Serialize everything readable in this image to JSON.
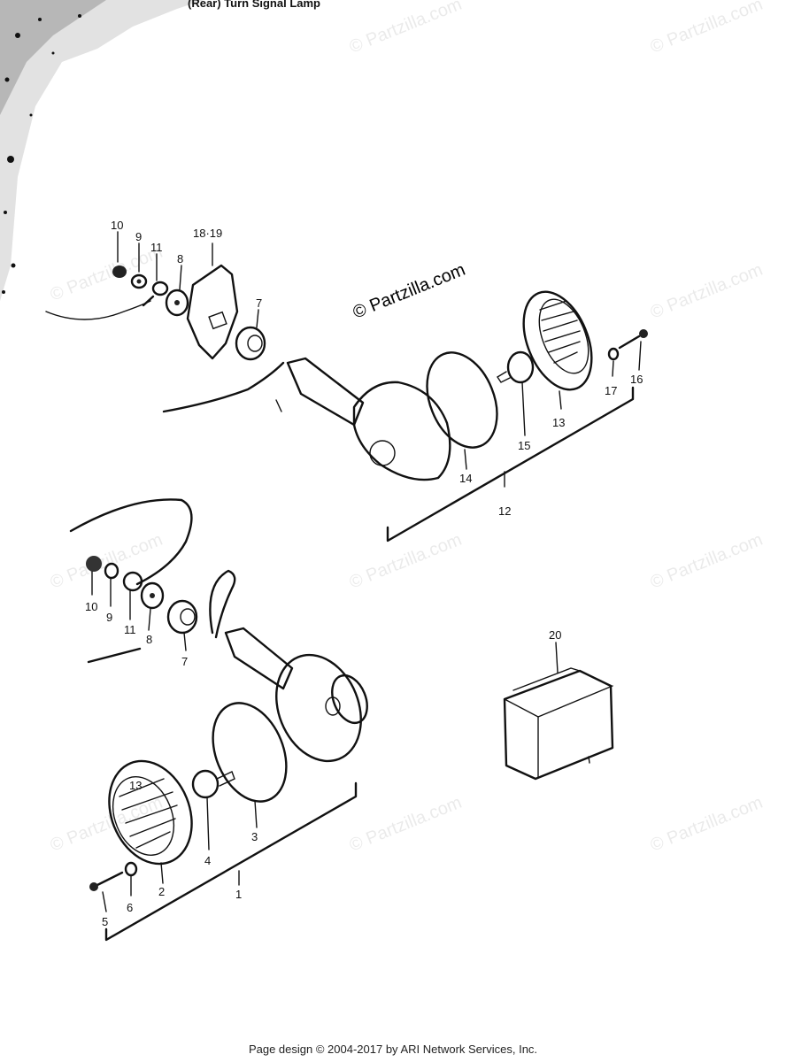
{
  "watermark": {
    "text": "© Partzilla.com"
  },
  "header_title": "(Rear) Turn Signal Lamp",
  "part_numbers": {
    "p1": "1",
    "p2": "2",
    "p3": "3",
    "p4": "4",
    "p5": "5",
    "p6": "6",
    "p7a": "7",
    "p7b": "7",
    "p8a": "8",
    "p8b": "8",
    "p9a": "9",
    "p9b": "9",
    "p10a": "10",
    "p10b": "10",
    "p11a": "11",
    "p11b": "11",
    "p12": "12",
    "p13a": "13",
    "p13b": "13",
    "p14": "14",
    "p15": "15",
    "p16": "16",
    "p17": "17",
    "p18_19": "18·19",
    "p20": "20"
  },
  "footer": {
    "text": "Page design © 2004-2017 by ARI Network Services, Inc."
  }
}
